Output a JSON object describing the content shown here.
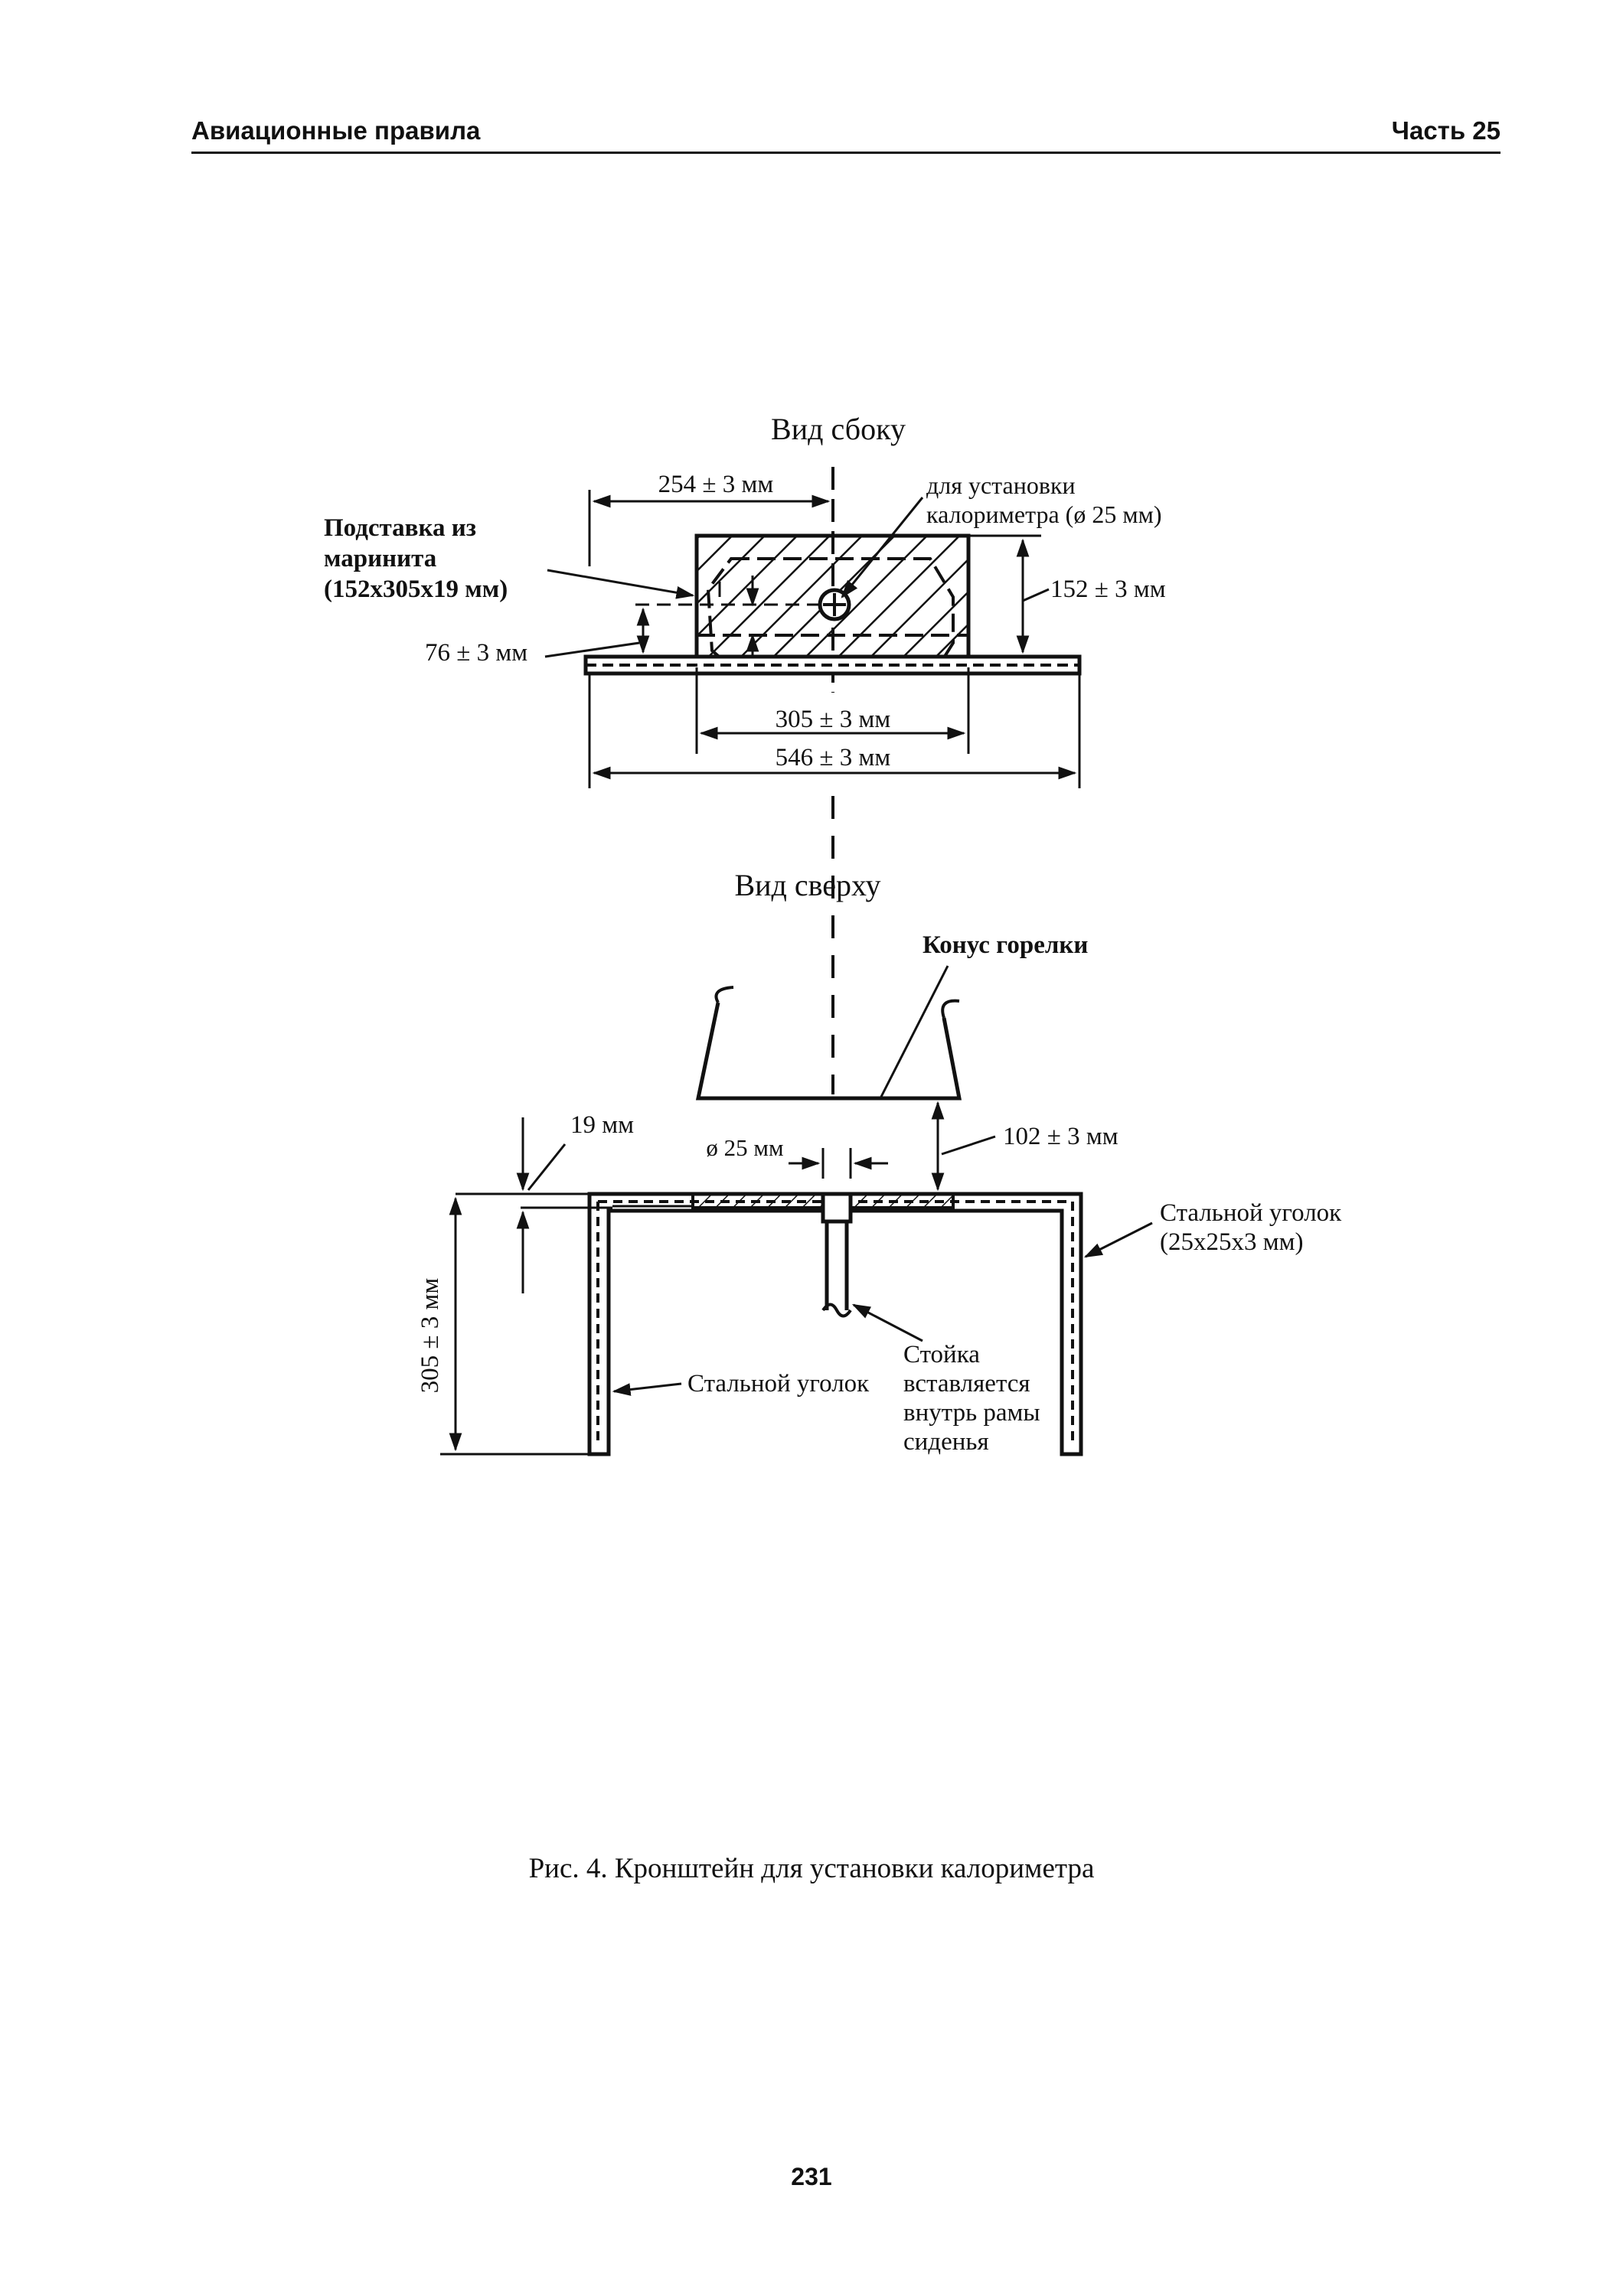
{
  "header": {
    "left": "Авиационные правила",
    "right": "Часть 25"
  },
  "figure": {
    "side_view": {
      "title": "Вид сбоку",
      "dim_254": "254 ± 3 мм",
      "calorimeter_note_line1": "для установки",
      "calorimeter_note_line2": "калориметра (ø 25 мм)",
      "marinite_line1": "Подставка из",
      "marinite_line2": "маринита",
      "marinite_line3": "(152х305х19 мм)",
      "dim_152": "152 ± 3 мм",
      "dim_76": "76 ± 3 мм",
      "dim_305": "305 ± 3 мм",
      "dim_546": "546 ± 3 мм"
    },
    "top_view": {
      "title": "Вид сверху",
      "burner_cone": "Конус горелки",
      "dim_19": "19 мм",
      "dim_25": "ø 25 мм",
      "dim_102": "102 ± 3 мм",
      "steel_angle_right_line1": "Стальной уголок",
      "steel_angle_right_line2": "(25x25x3 мм)",
      "steel_angle_left": "Стальной уголок",
      "post_line1": "Стойка",
      "post_line2": "вставляется",
      "post_line3": "внутрь рамы",
      "post_line4": "сиденья",
      "dim_305_vertical": "305 ± 3 мм"
    }
  },
  "caption": "Рис. 4. Кронштейн для установки калориметра",
  "page_number": "231"
}
